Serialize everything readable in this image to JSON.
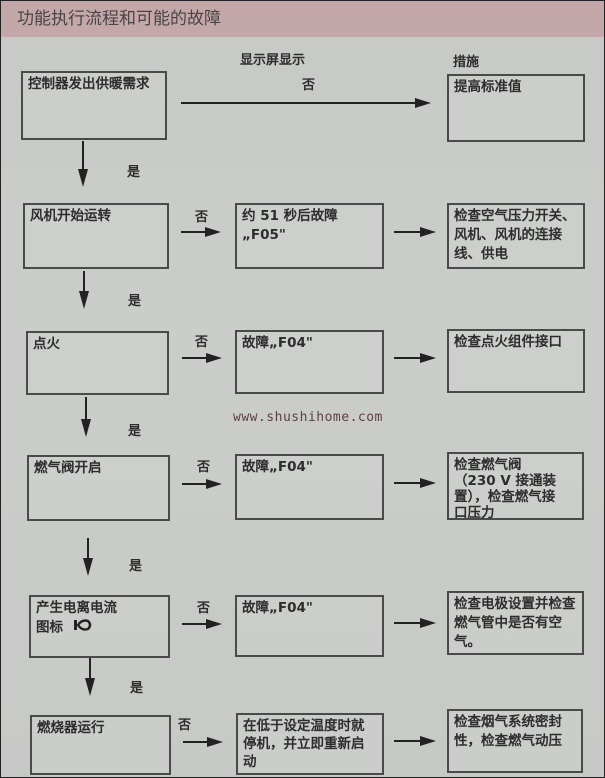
{
  "header": {
    "title": "功能执行流程和可能的故障"
  },
  "columns": {
    "display_header": "显示屏显示",
    "measures_header": "措施"
  },
  "labels": {
    "yes": "是",
    "no": "否"
  },
  "watermark": "www.shushihome.com",
  "rows": [
    {
      "step": "控制器发出供暖需求",
      "display": "",
      "measure": "提高标准值"
    },
    {
      "step": "风机开始运转",
      "display_line1": "约 51 秒后故障",
      "display_line2": "„F05\"",
      "measure": "检查空气压力开关、风机、风机的连接线、供电"
    },
    {
      "step": "点火",
      "display": "故障„F04\"",
      "measure": "检查点火组件接口"
    },
    {
      "step": "燃气阀开启",
      "display": "故障„F04\"",
      "measure_line1": "检查燃气阀",
      "measure_line2": "（230 V 接通装",
      "measure_line3": "置），检查燃气接",
      "measure_line4": "口压力"
    },
    {
      "step_line1": "产生电离电流",
      "step_line2": "图标",
      "step_icon": "ionization-flame-icon",
      "display": "故障„F04\"",
      "measure": "检查电极设置并检查燃气管中是否有空气。"
    },
    {
      "step": "燃烧器运行",
      "display": "在低于设定温度时就停机，并立即重新启动",
      "measure": "检查烟气系统密封性，检查燃气动压"
    }
  ]
}
